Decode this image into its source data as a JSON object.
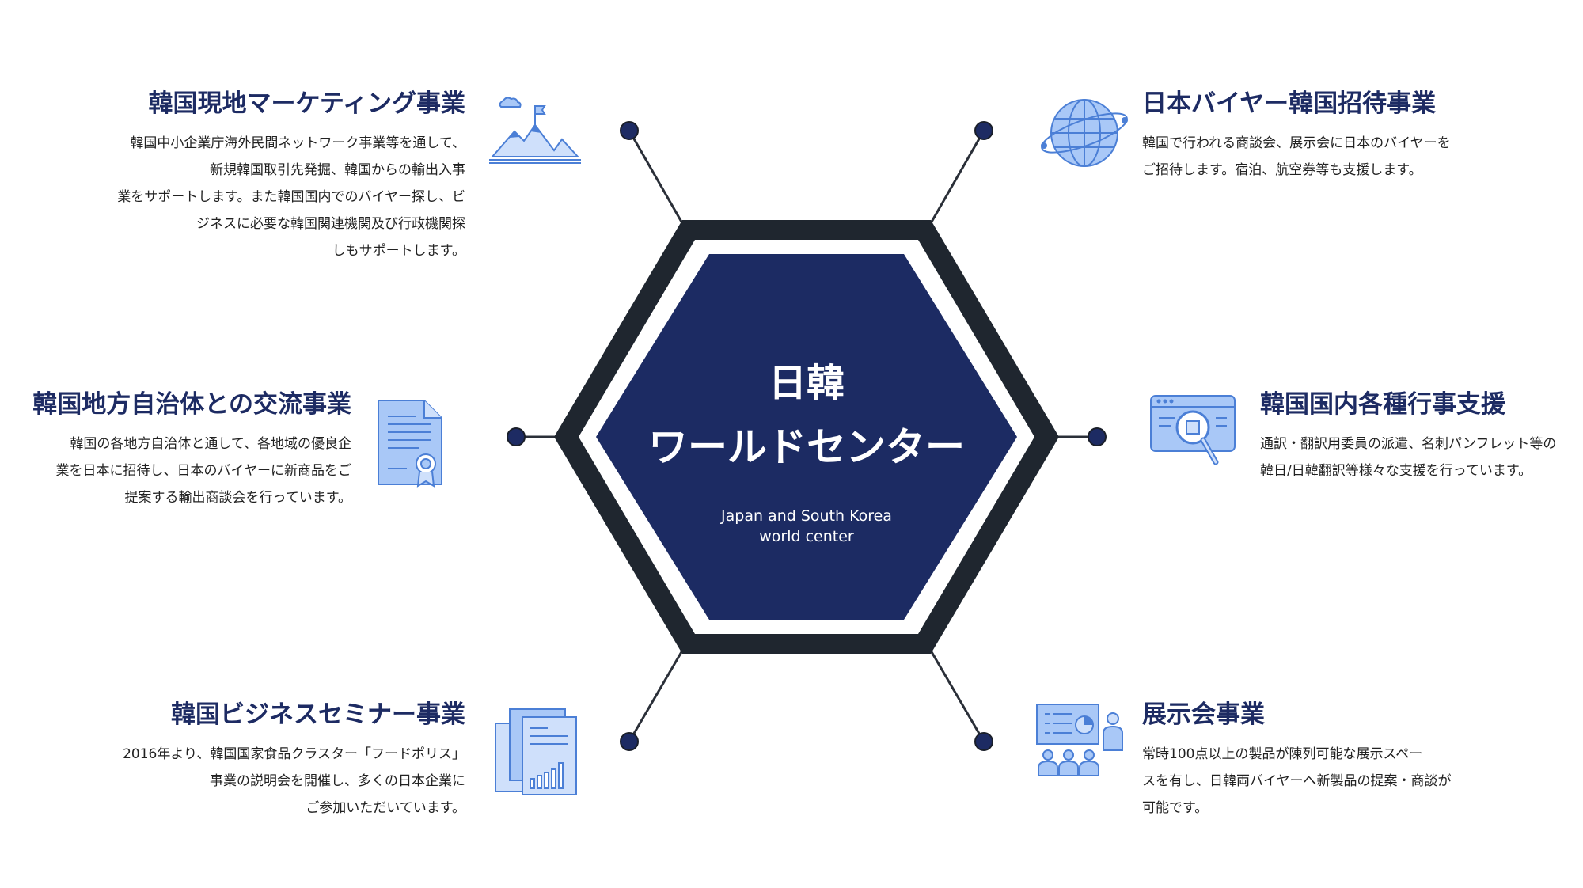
{
  "center": {
    "title_line1": "日韓",
    "title_line2": "ワールドセンター",
    "subtitle_line1": "Japan and South Korea",
    "subtitle_line2": "world center"
  },
  "colors": {
    "hex_fill": "#1c2b63",
    "hex_outer": "#1f262f",
    "title": "#1d2b63",
    "icon_fill": "#a9c8f7",
    "icon_stroke": "#4b7fd6",
    "node": "#1d2b63"
  },
  "items": [
    {
      "title": "韓国現地マーケティング事業",
      "icon": "mountain-flag-icon",
      "lines": [
        "韓国中小企業庁海外民間ネットワーク事業等を通して、",
        "新規韓国取引先発掘、韓国からの輸出入事",
        "業をサポートします。また韓国国内でのバイヤー探し、ビ",
        "ジネスに必要な韓国関連機関及び行政機関探",
        "しもサポートします。"
      ]
    },
    {
      "title": "韓国地方自治体との交流事業",
      "icon": "certificate-document-icon",
      "lines": [
        "韓国の各地方自治体と通して、各地域の優良企",
        "業を日本に招待し、日本のバイヤーに新商品をご",
        "提案する輸出商談会を行っています。"
      ]
    },
    {
      "title": "韓国ビジネスセミナー事業",
      "icon": "report-documents-icon",
      "lines": [
        "2016年より、韓国国家食品クラスター「フードポリス」",
        "事業の説明会を開催し、多くの日本企業に",
        "ご参加いただいています。"
      ]
    },
    {
      "title": "日本バイヤー韓国招待事業",
      "icon": "globe-orbit-icon",
      "lines": [
        "韓国で行われる商談会、展示会に日本のバイヤーを",
        "ご招待します。宿泊、航空券等も支援します。"
      ]
    },
    {
      "title": "韓国国内各種行事支援",
      "icon": "browser-magnifier-icon",
      "lines": [
        "通訳・翻訳用委員の派遣、名刺パンフレット等の",
        "韓日/日韓翻訳等様々な支援を行っています。"
      ]
    },
    {
      "title": "展示会事業",
      "icon": "presentation-audience-icon",
      "lines": [
        "常時100点以上の製品が陳列可能な展示スペー",
        "スを有し、日韓両バイヤーへ新製品の提案・商談が",
        "可能です。"
      ]
    }
  ]
}
